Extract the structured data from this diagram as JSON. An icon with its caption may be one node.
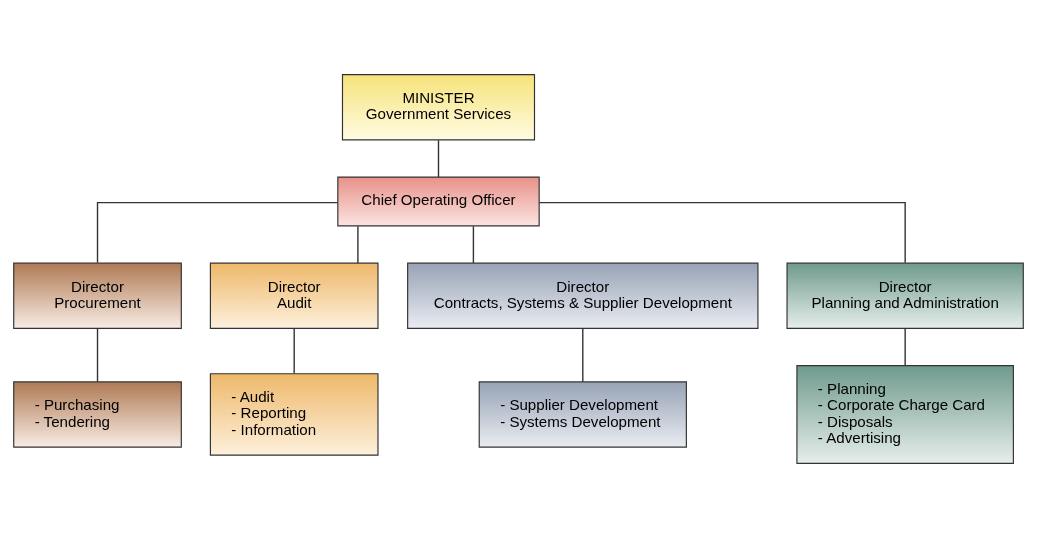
{
  "diagram": {
    "nodes": [
      {
        "text": [
          "MINISTER",
          "Government Services"
        ]
      },
      {
        "text": [
          "Chief Operating Officer"
        ]
      },
      {
        "text": [
          "Director",
          "Procurement"
        ]
      },
      {
        "text": [
          "Director",
          "Audit"
        ]
      },
      {
        "text": [
          "Director",
          "Contracts, Systems & Supplier Development"
        ]
      },
      {
        "text": [
          "Director",
          "Planning and Administration"
        ]
      },
      {
        "text": [
          "- Purchasing",
          "- Tendering"
        ]
      },
      {
        "text": [
          "- Audit",
          "- Reporting",
          "- Information"
        ]
      },
      {
        "text": [
          "- Supplier Development",
          "- Systems Development"
        ]
      },
      {
        "text": [
          "- Planning",
          "- Corporate Charge Card",
          "- Disposals",
          "- Advertising"
        ]
      }
    ],
    "edges": [
      {
        "from": 0,
        "to": 1,
        "arrow": "none"
      },
      {
        "from": 1,
        "to": 2,
        "arrow": "none"
      },
      {
        "from": 1,
        "to": 3,
        "arrow": "none"
      },
      {
        "from": 1,
        "to": 4,
        "arrow": "none"
      },
      {
        "from": 1,
        "to": 5,
        "arrow": "none"
      },
      {
        "from": 2,
        "to": 6,
        "arrow": "none"
      },
      {
        "from": 3,
        "to": 7,
        "arrow": "none"
      },
      {
        "from": 4,
        "to": 8,
        "arrow": "none"
      },
      {
        "from": 5,
        "to": 9,
        "arrow": "none"
      }
    ]
  }
}
